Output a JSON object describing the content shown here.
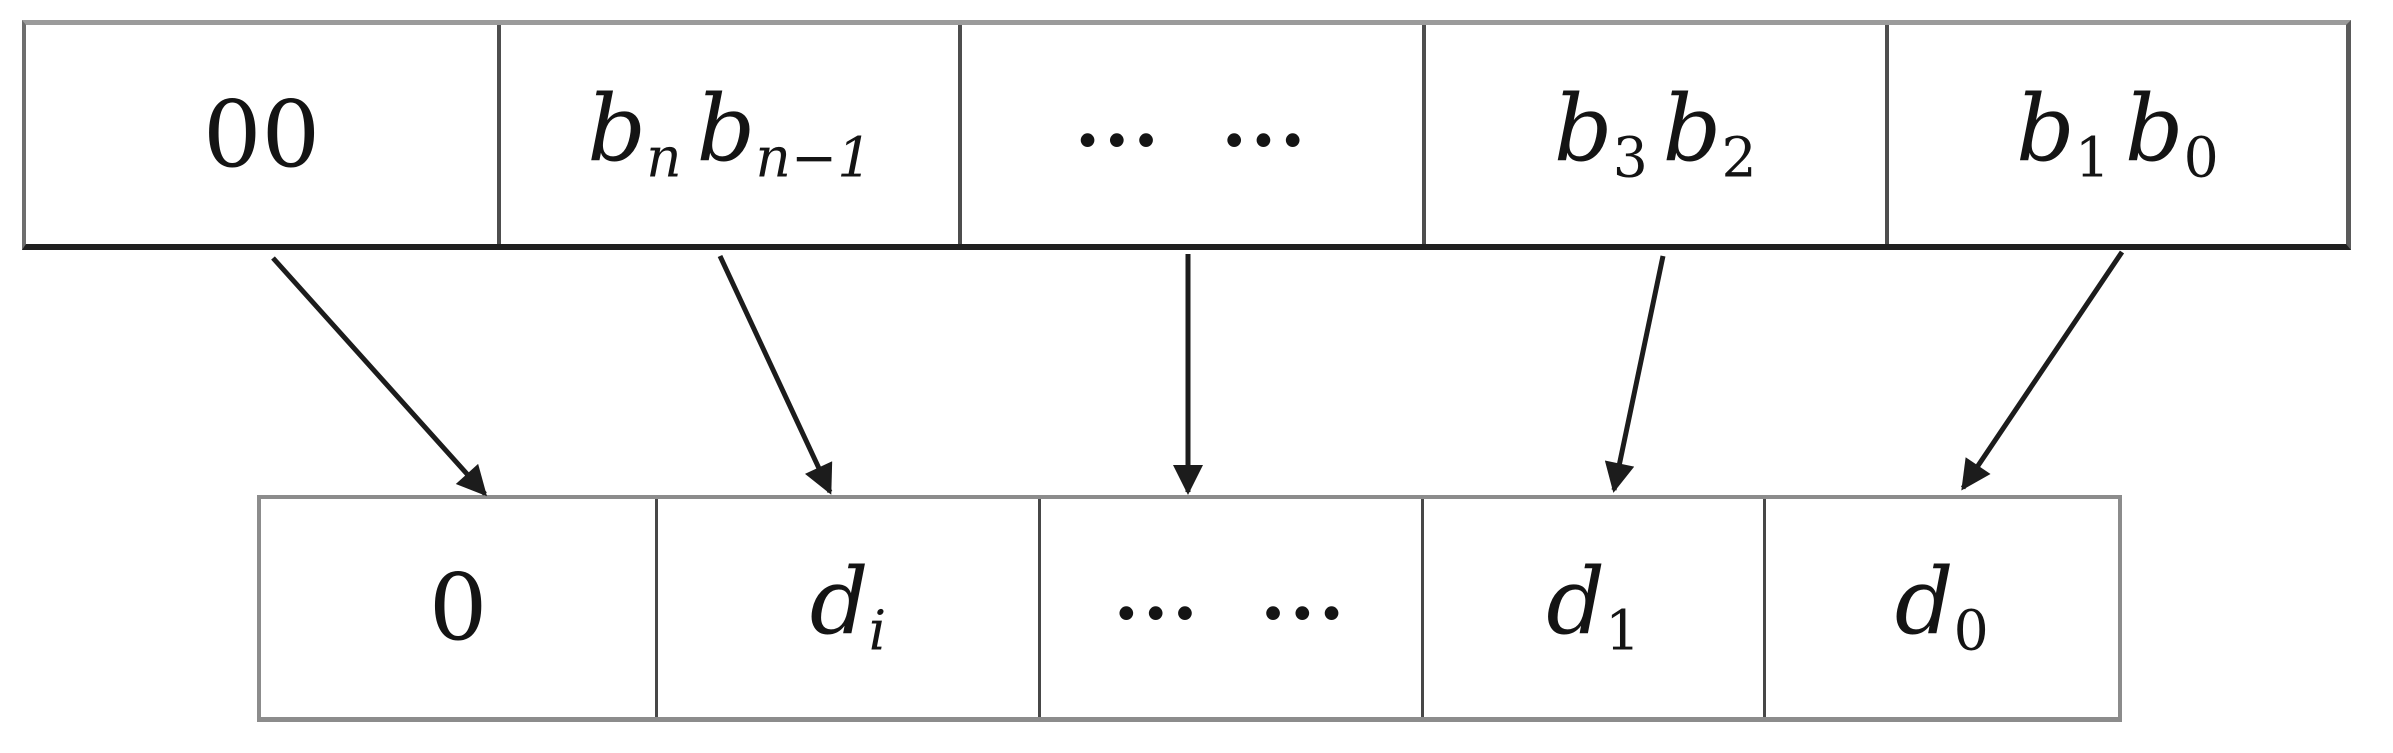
{
  "diagram": {
    "colors": {
      "arrow": "#1c1c1c",
      "top_box_bottom_border": "#1f1f1f",
      "top_box_top_border": "#9b9b9b",
      "bottom_box_border": "#8c8c8c",
      "text": "#141414",
      "background": "#ffffff"
    },
    "top_row": {
      "cells": [
        {
          "name": "cell-00",
          "style": "upright",
          "parts": [
            {
              "base": "00",
              "sub": ""
            }
          ]
        },
        {
          "name": "cell-bn-bn-1",
          "style": "italic",
          "parts": [
            {
              "base": "b",
              "sub": "n"
            },
            {
              "base": "b",
              "sub": "n−1"
            }
          ]
        },
        {
          "name": "cell-ellipsis",
          "style": "dots",
          "parts": [
            {
              "base": "··· ···",
              "sub": ""
            }
          ]
        },
        {
          "name": "cell-b3-b2",
          "style": "italic",
          "parts": [
            {
              "base": "b",
              "sub": "3"
            },
            {
              "base": "b",
              "sub": "2"
            }
          ]
        },
        {
          "name": "cell-b1-b0",
          "style": "italic",
          "parts": [
            {
              "base": "b",
              "sub": "1"
            },
            {
              "base": "b",
              "sub": "0"
            }
          ]
        }
      ]
    },
    "bottom_row": {
      "cells": [
        {
          "name": "cell-0",
          "style": "upright",
          "parts": [
            {
              "base": "0",
              "sub": ""
            }
          ]
        },
        {
          "name": "cell-di",
          "style": "italic",
          "parts": [
            {
              "base": "d",
              "sub": "i"
            }
          ]
        },
        {
          "name": "cell-ellipsis",
          "style": "dots",
          "parts": [
            {
              "base": "··· ···",
              "sub": ""
            }
          ]
        },
        {
          "name": "cell-d1",
          "style": "italic",
          "parts": [
            {
              "base": "d",
              "sub": "1"
            }
          ]
        },
        {
          "name": "cell-d0",
          "style": "italic",
          "parts": [
            {
              "base": "d",
              "sub": "0"
            }
          ]
        }
      ]
    },
    "arrows": [
      {
        "name": "arrow-00-to-0",
        "from_cell": 0,
        "to_cell": 0
      },
      {
        "name": "arrow-bnbn1-to-di",
        "from_cell": 1,
        "to_cell": 1
      },
      {
        "name": "arrow-ellipsis",
        "from_cell": 2,
        "to_cell": 2
      },
      {
        "name": "arrow-b3b2-to-d1",
        "from_cell": 3,
        "to_cell": 3
      },
      {
        "name": "arrow-b1b0-to-d0",
        "from_cell": 4,
        "to_cell": 4
      }
    ]
  }
}
